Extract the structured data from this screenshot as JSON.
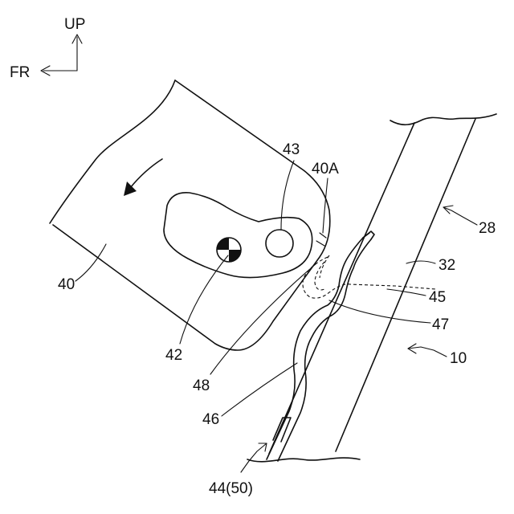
{
  "orientation": {
    "up_label": "UP",
    "front_label": "FR"
  },
  "labels": {
    "l43": "43",
    "l40a": "40A",
    "l28": "28",
    "l32": "32",
    "l45": "45",
    "l47": "47",
    "l10": "10",
    "l40": "40",
    "l42": "42",
    "l48": "48",
    "l46": "46",
    "l44": "44(50)"
  },
  "colors": {
    "ink": "#111111",
    "background": "#ffffff"
  }
}
